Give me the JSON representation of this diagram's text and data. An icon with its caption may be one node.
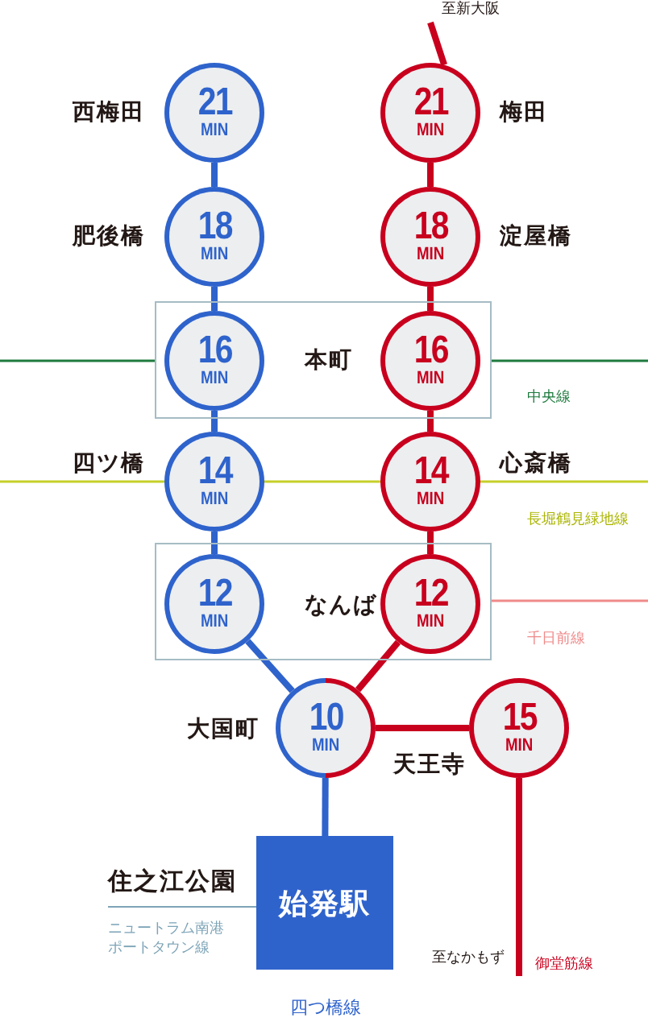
{
  "diagram": {
    "nodes": [
      {
        "text": [
          "21",
          "MIN"
        ],
        "beside": [
          "西梅田"
        ]
      },
      {
        "text": [
          "21",
          "MIN"
        ],
        "beside": [
          "梅田"
        ]
      },
      {
        "text": [
          "18",
          "MIN"
        ],
        "beside": [
          "肥後橋"
        ]
      },
      {
        "text": [
          "18",
          "MIN"
        ],
        "beside": [
          "淀屋橋"
        ]
      },
      {
        "text": [
          "本町"
        ]
      },
      {
        "text": [
          "16",
          "MIN"
        ],
        "in": 4
      },
      {
        "text": [
          "16",
          "MIN"
        ],
        "in": 4
      },
      {
        "text": [
          "14",
          "MIN"
        ],
        "beside": [
          "四ツ橋"
        ]
      },
      {
        "text": [
          "14",
          "MIN"
        ],
        "beside": [
          "心斎橋"
        ]
      },
      {
        "text": [
          "なんば"
        ]
      },
      {
        "text": [
          "12",
          "MIN"
        ],
        "in": 9
      },
      {
        "text": [
          "12",
          "MIN"
        ],
        "in": 9
      },
      {
        "text": [
          "10",
          "MIN"
        ],
        "beside": [
          "大国町"
        ]
      },
      {
        "text": [
          "15",
          "MIN"
        ],
        "beside": [
          "天王寺"
        ]
      },
      {
        "text": [
          "始発駅"
        ],
        "beside": [
          "住之江公園",
          "ニュートラム南港ポートタウン線"
        ]
      },
      {
        "text": [
          "至新大阪"
        ]
      }
    ],
    "edges": [
      {
        "from": 0,
        "to": 2,
        "arrow": "none",
        "color": "#2f63cc"
      },
      {
        "from": 2,
        "to": 5,
        "arrow": "none",
        "color": "#2f63cc"
      },
      {
        "from": 5,
        "to": 7,
        "arrow": "none",
        "color": "#2f63cc"
      },
      {
        "from": 7,
        "to": 10,
        "arrow": "none",
        "color": "#2f63cc"
      },
      {
        "from": 10,
        "to": 12,
        "arrow": "none",
        "color": "#2f63cc"
      },
      {
        "from": 12,
        "to": 14,
        "arrow": "none",
        "color": "#2f63cc"
      },
      {
        "from": 15,
        "to": 1,
        "arrow": "none",
        "color": "#c8001e"
      },
      {
        "from": 1,
        "to": 3,
        "arrow": "none",
        "color": "#c8001e"
      },
      {
        "from": 3,
        "to": 6,
        "arrow": "none",
        "color": "#c8001e"
      },
      {
        "from": 6,
        "to": 8,
        "arrow": "none",
        "color": "#c8001e"
      },
      {
        "from": 8,
        "to": 11,
        "arrow": "none",
        "color": "#c8001e"
      },
      {
        "from": 11,
        "to": 12,
        "arrow": "none",
        "color": "#c8001e"
      },
      {
        "from": 12,
        "to": 13,
        "arrow": "none",
        "color": "#c8001e"
      },
      {
        "from": 13,
        "to": null,
        "arrow": "none",
        "color": "#c8001e"
      }
    ],
    "labels": [
      "中央線",
      "長堀鶴見緑地線",
      "千日前線",
      "至なかもず",
      "御堂筋線",
      "四つ橋線"
    ]
  }
}
